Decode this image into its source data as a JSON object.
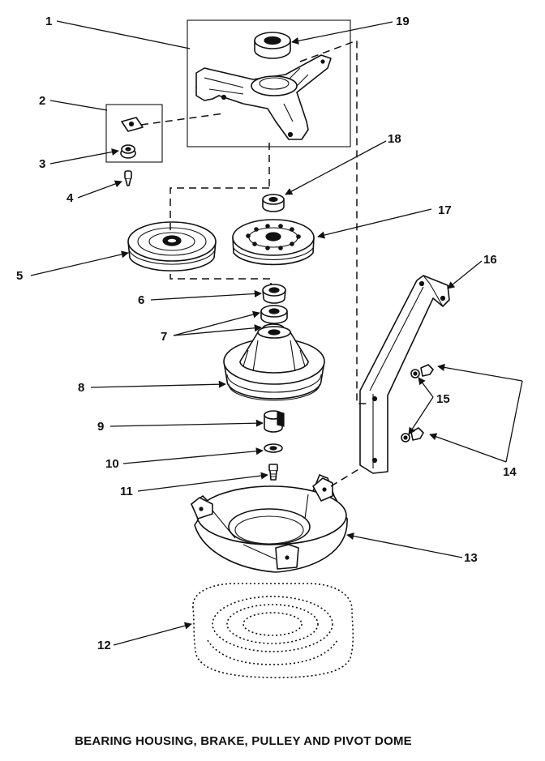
{
  "caption": "BEARING HOUSING, BRAKE, PULLEY AND PIVOT DOME",
  "callouts": [
    "1",
    "2",
    "3",
    "4",
    "5",
    "6",
    "7",
    "8",
    "9",
    "10",
    "11",
    "12",
    "13",
    "14",
    "15",
    "16",
    "17",
    "18",
    "19"
  ]
}
